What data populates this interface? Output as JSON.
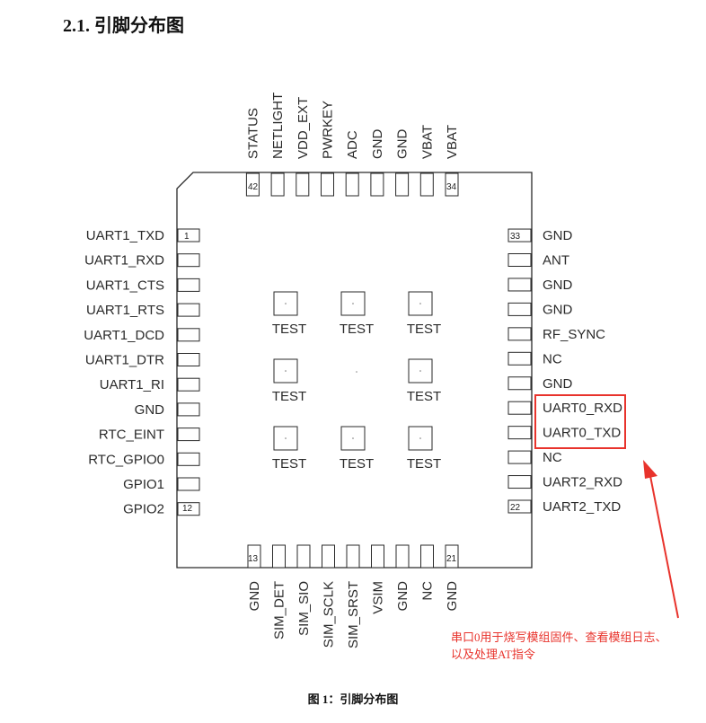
{
  "heading": "2.1. 引脚分布图",
  "caption": "图 1：引脚分布图",
  "note": {
    "line1": "串口0用于烧写模组固件、查看模组日志、",
    "line2": "以及处理AT指令"
  },
  "colors": {
    "highlight": "#e8332c",
    "outline": "#2a2a2a"
  },
  "pins": {
    "left": [
      "UART1_TXD",
      "UART1_RXD",
      "UART1_CTS",
      "UART1_RTS",
      "UART1_DCD",
      "UART1_DTR",
      "UART1_RI",
      "GND",
      "RTC_EINT",
      "RTC_GPIO0",
      "GPIO1",
      "GPIO2"
    ],
    "bottom": [
      "GND",
      "SIM_DET",
      "SIM_SIO",
      "SIM_SCLK",
      "SIM_SRST",
      "VSIM",
      "GND",
      "NC",
      "GND"
    ],
    "right": [
      "UART2_TXD",
      "UART2_RXD",
      "NC",
      "UART0_TXD",
      "UART0_RXD",
      "GND",
      "NC",
      "RF_SYNC",
      "GND",
      "GND",
      "ANT",
      "GND"
    ],
    "top": [
      "VBAT",
      "VBAT",
      "GND",
      "GND",
      "ADC",
      "PWRKEY",
      "VDD_EXT",
      "NETLIGHT",
      "STATUS"
    ]
  },
  "pin_numbers": {
    "left_first": "1",
    "left_last": "12",
    "bottom_first": "13",
    "bottom_last": "21",
    "right_first": "22",
    "right_last": "33",
    "top_first": "34",
    "top_last": "42"
  },
  "test_pads": [
    "TEST",
    "TEST",
    "TEST",
    "TEST",
    "TEST",
    "TEST",
    "TEST",
    "TEST"
  ],
  "highlighted_pins": [
    "UART0_RXD",
    "UART0_TXD"
  ]
}
